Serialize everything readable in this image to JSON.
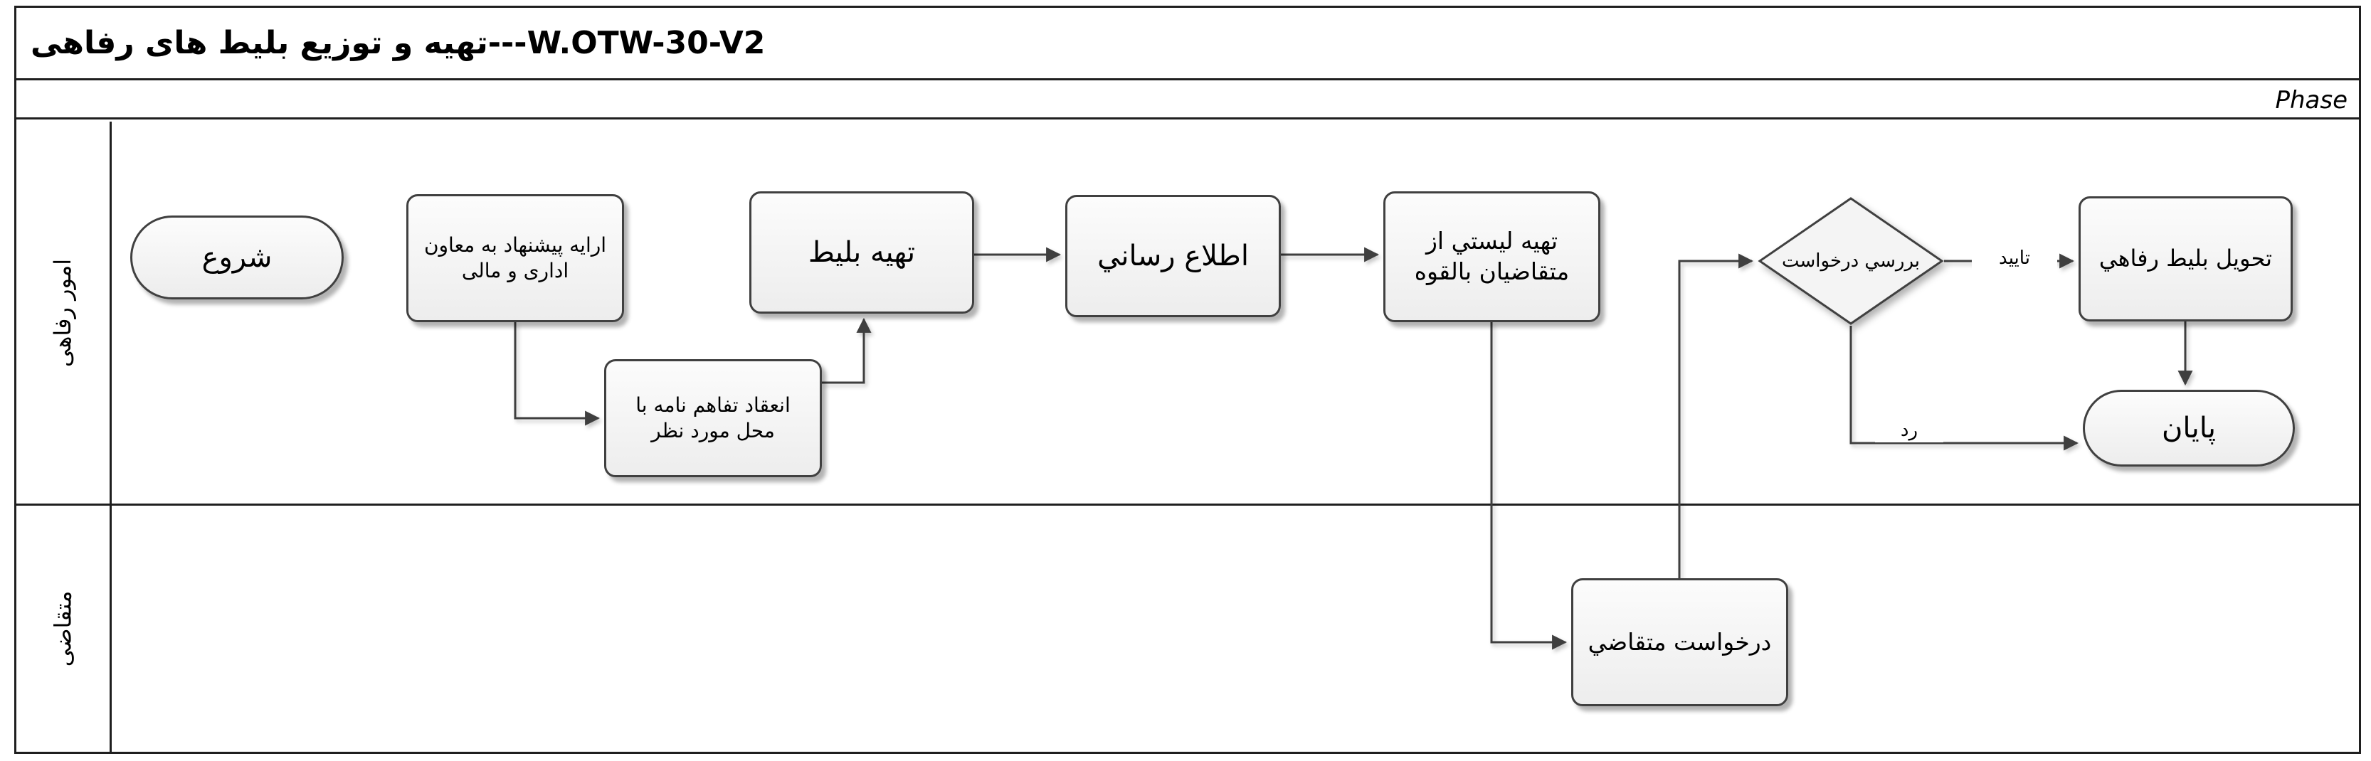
{
  "header": {
    "title": "تهیه و توزیع بلیط های رفاهی---W.OTW-30-V2",
    "phase_label": "Phase"
  },
  "lanes": [
    {
      "label": "امور رفاهی"
    },
    {
      "label": "متقاضی"
    }
  ],
  "nodes": {
    "start": "شروع",
    "propose": "ارایه پیشنهاد به معاون اداری و مالی",
    "mou": "انعقاد تفاهم نامه با محل مورد نظر",
    "prepare_ticket": "تهيه بليط",
    "announce": "اطلاع رساني",
    "potential_list": "تهيه ليستي از متقاضيان بالقوه",
    "review_request": "بررسي درخواست",
    "deliver_ticket": "تحويل بليط رفاهي",
    "end": "پايان",
    "applicant_request": "درخواست متقاضي"
  },
  "edge_labels": {
    "approve": "تاييد",
    "reject": "رد"
  },
  "style": {
    "shape_border_color": "#404040",
    "shape_fill_color": "#f2f2f2",
    "frame_border_color": "#1f1f1f"
  }
}
